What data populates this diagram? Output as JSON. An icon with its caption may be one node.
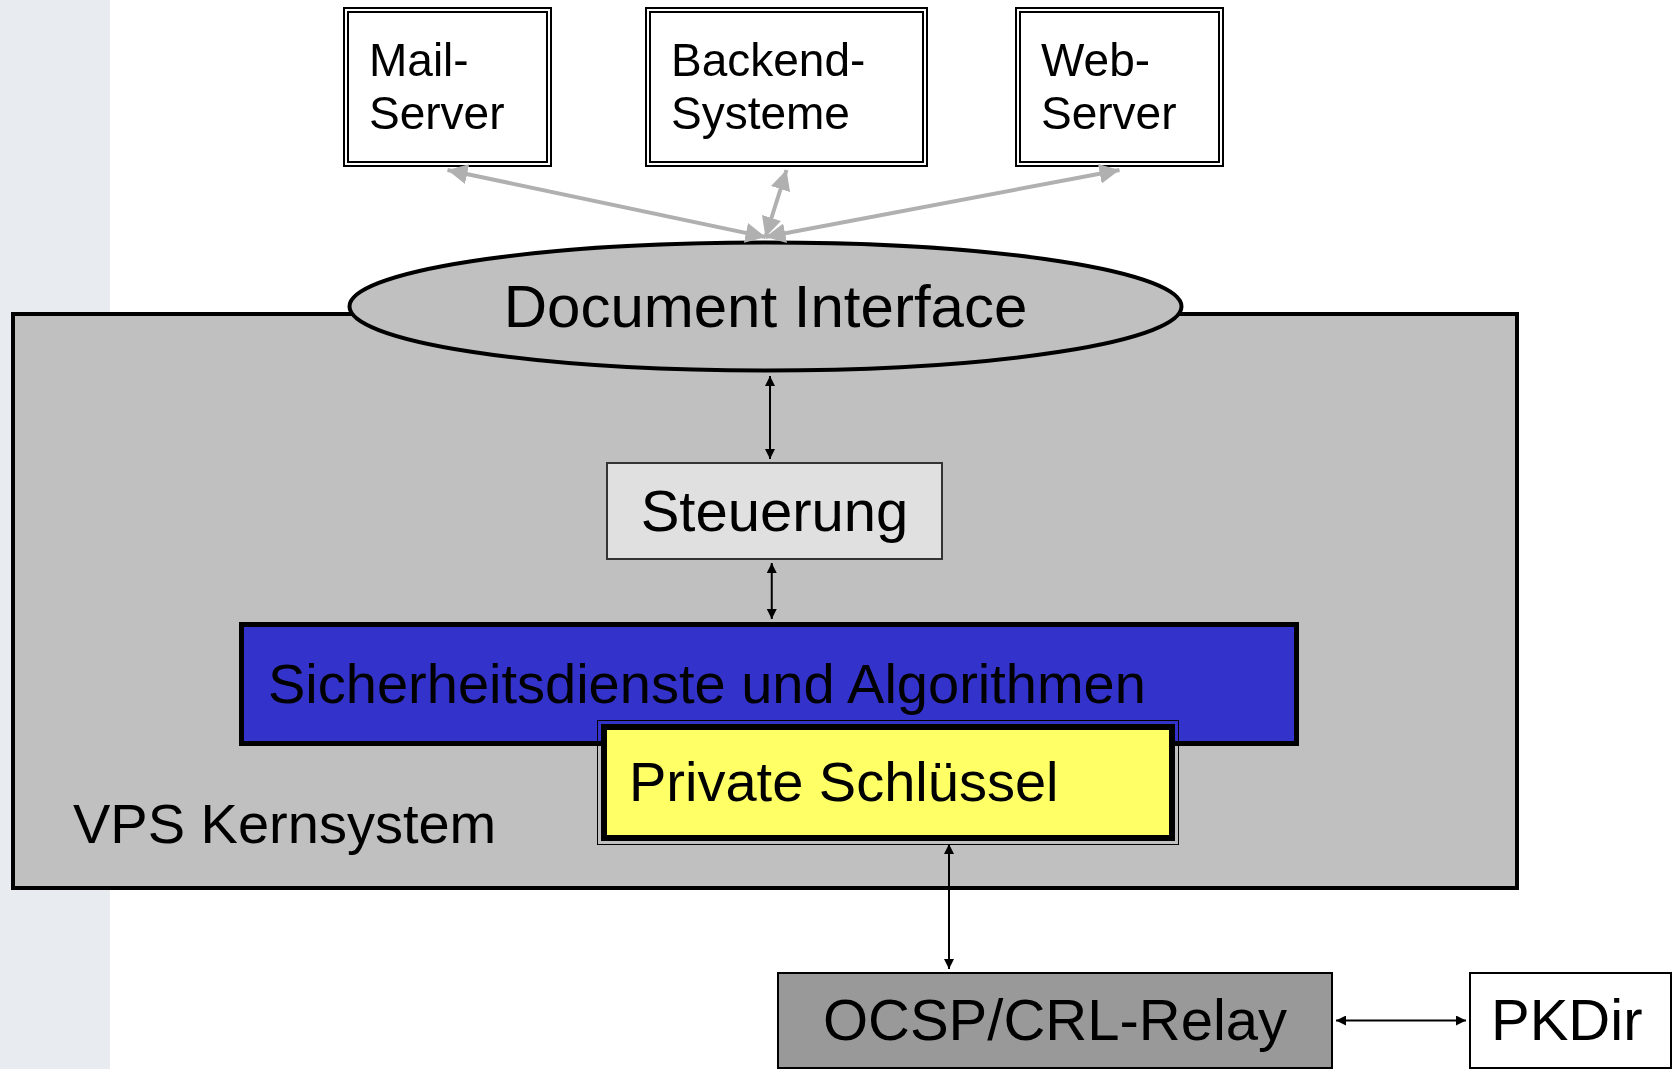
{
  "diagram": {
    "nodes": [
      {
        "text": [
          "Mail- Server"
        ]
      },
      {
        "text": [
          "Backend- Systeme"
        ]
      },
      {
        "text": [
          "Web- Server"
        ]
      },
      {
        "text": [
          "VPS Kernsystem"
        ]
      },
      {
        "text": [
          "Document Interface"
        ]
      },
      {
        "text": [
          "Steuerung"
        ],
        "in": 3
      },
      {
        "text": [
          "Sicherheitsdienste und Algorithmen"
        ],
        "in": 3
      },
      {
        "text": [
          "Private Schlüssel"
        ],
        "in": 3
      },
      {
        "text": [
          "OCSP/CRL-Relay"
        ]
      },
      {
        "text": [
          "PKDir"
        ]
      }
    ],
    "edges": [
      {
        "from": 4,
        "to": 0,
        "arrow": "both",
        "color": "#b0b0b0"
      },
      {
        "from": 4,
        "to": 1,
        "arrow": "both",
        "color": "#b0b0b0"
      },
      {
        "from": 4,
        "to": 2,
        "arrow": "both",
        "color": "#b0b0b0"
      },
      {
        "from": 4,
        "to": 5,
        "arrow": "both"
      },
      {
        "from": 5,
        "to": 6,
        "arrow": "both"
      },
      {
        "from": 7,
        "to": 8,
        "arrow": "both"
      },
      {
        "from": 8,
        "to": 9,
        "arrow": "both"
      }
    ]
  }
}
